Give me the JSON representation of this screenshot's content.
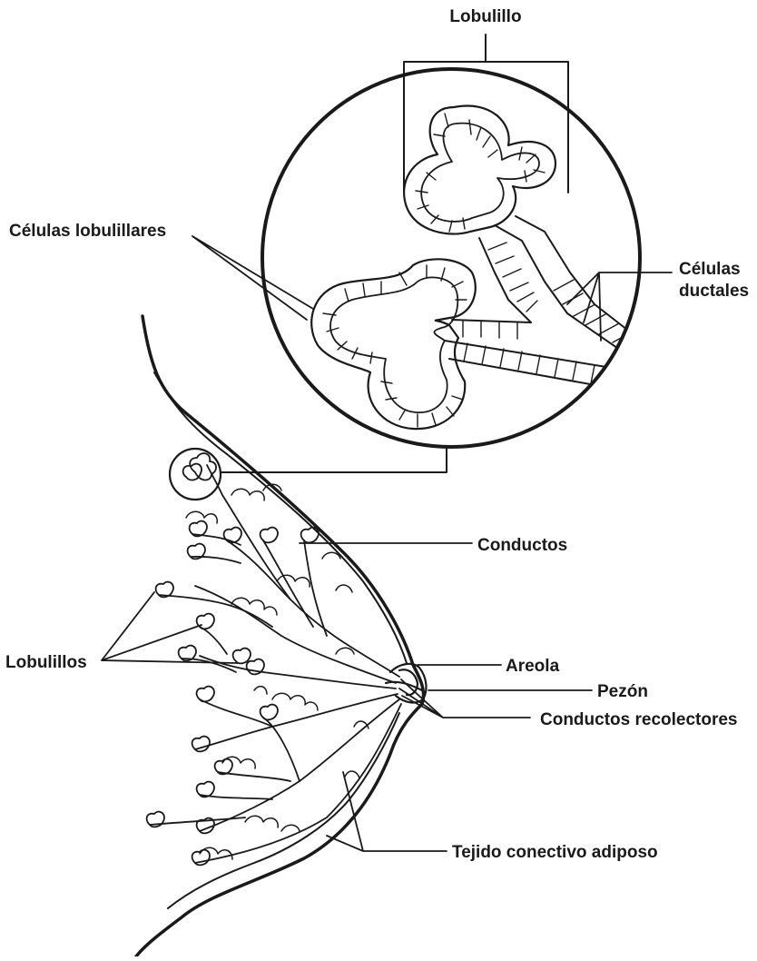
{
  "labels": {
    "lobulillo": "Lobulillo",
    "celulas_lobulillares": "Células lobulillares",
    "celulas_ductales_line1": "Células",
    "celulas_ductales_line2": "ductales",
    "conductos": "Conductos",
    "lobulillos": "Lobulillos",
    "areola": "Areola",
    "pezon": "Pezón",
    "conductos_recolectores": "Conductos recolectores",
    "tejido_conectivo_adiposo": "Tejido conectivo adiposo"
  },
  "colors": {
    "ink": "#1a1a1a",
    "background": "#ffffff"
  }
}
